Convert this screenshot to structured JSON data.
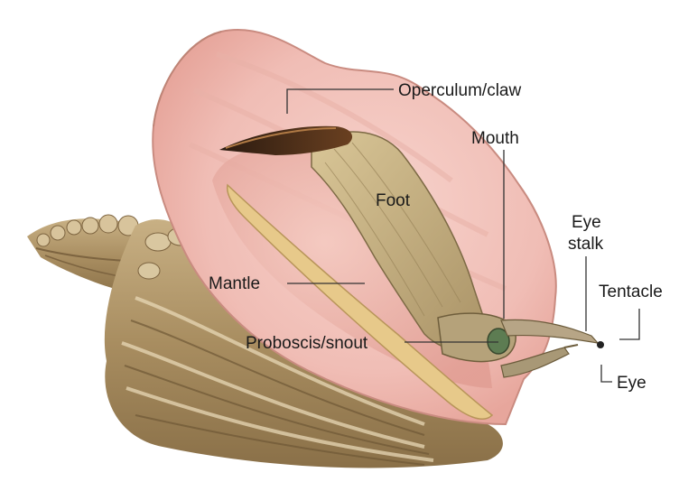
{
  "diagram": {
    "labels": {
      "operculum": "Operculum/claw",
      "mouth": "Mouth",
      "foot": "Foot",
      "eye_stalk_line1": "Eye",
      "eye_stalk_line2": "stalk",
      "tentacle": "Tentacle",
      "mantle": "Mantle",
      "proboscis": "Proboscis/snout",
      "eye": "Eye"
    },
    "colors": {
      "shell_outer": "#b59a6e",
      "shell_dark": "#7d6440",
      "shell_light": "#e4d3b0",
      "lip_pink": "#f2c2bd",
      "lip_inner": "#eba79f",
      "foot": "#c9b27e",
      "claw": "#3a2616",
      "mantle": "#e6c889"
    }
  }
}
